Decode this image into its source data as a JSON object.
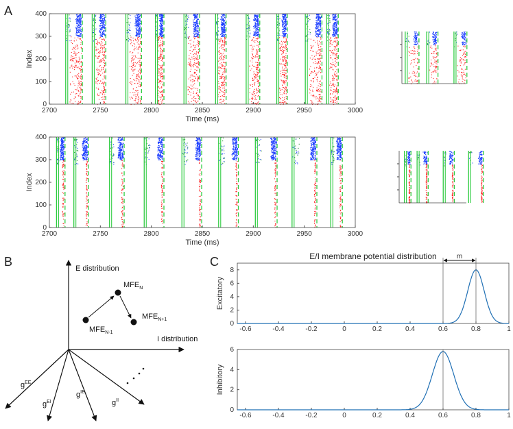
{
  "panels": {
    "a": "A",
    "b": "B",
    "c": "C"
  },
  "chart_data": [
    {
      "type": "scatter",
      "name_hint": "raster-top",
      "xlabel": "Time (ms)",
      "ylabel": "Index",
      "xlim": [
        2700,
        3000
      ],
      "ylim": [
        0,
        400
      ],
      "xticks": [
        "2700",
        "2750",
        "2800",
        "2850",
        "2900",
        "2950",
        "3000"
      ],
      "yticks": [
        "0",
        "100",
        "200",
        "300",
        "400"
      ],
      "excitatory_range": [
        0,
        300
      ],
      "inhibitory_range": [
        300,
        400
      ],
      "excitatory_color": "#ff2020",
      "inhibitory_color": "#1a3cff",
      "marker_color": "#2ecc40",
      "events": [
        {
          "start": 2716,
          "end": 2731
        },
        {
          "start": 2742,
          "end": 2754
        },
        {
          "start": 2775,
          "end": 2789
        },
        {
          "start": 2804,
          "end": 2811
        },
        {
          "start": 2832,
          "end": 2846
        },
        {
          "start": 2863,
          "end": 2872
        },
        {
          "start": 2893,
          "end": 2905
        },
        {
          "start": 2923,
          "end": 2932
        },
        {
          "start": 2951,
          "end": 2966
        },
        {
          "start": 2972,
          "end": 2982
        }
      ]
    },
    {
      "type": "scatter",
      "name_hint": "raster-bottom",
      "xlabel": "Time (ms)",
      "ylabel": "Index",
      "xlim": [
        2700,
        3000
      ],
      "ylim": [
        0,
        400
      ],
      "xticks": [
        "2700",
        "2750",
        "2800",
        "2850",
        "2900",
        "2950",
        "3000"
      ],
      "yticks": [
        "0",
        "100",
        "200",
        "300",
        "400"
      ],
      "excitatory_range": [
        0,
        300
      ],
      "inhibitory_range": [
        300,
        400
      ],
      "events": [
        {
          "start": 2707,
          "end": 2714
        },
        {
          "start": 2724,
          "end": 2737
        },
        {
          "start": 2759,
          "end": 2772
        },
        {
          "start": 2793,
          "end": 2811
        },
        {
          "start": 2830,
          "end": 2848
        },
        {
          "start": 2866,
          "end": 2884
        },
        {
          "start": 2902,
          "end": 2922
        },
        {
          "start": 2938,
          "end": 2961
        },
        {
          "start": 2976,
          "end": 2986
        }
      ]
    },
    {
      "type": "line",
      "name_hint": "excitatory-distribution",
      "title": "E/I membrane potential distribution",
      "ylabel": "Excitatory",
      "xlim": [
        -0.65,
        1
      ],
      "ylim": [
        0,
        9
      ],
      "xticks": [
        "-0.6",
        "-0.4",
        "-0.2",
        "0",
        "0.2",
        "0.4",
        "0.6",
        "0.8",
        "1"
      ],
      "yticks": [
        "0",
        "2",
        "4",
        "6",
        "8"
      ],
      "mean": 0.8,
      "peak": 8,
      "sigma": 0.05,
      "annotation": "m",
      "annotation_from": 0.6,
      "annotation_to": 0.8,
      "color": "#1f6fb4"
    },
    {
      "type": "line",
      "name_hint": "inhibitory-distribution",
      "ylabel": "Inhibitory",
      "xlim": [
        -0.65,
        1
      ],
      "ylim": [
        0,
        6
      ],
      "xticks": [
        "-0.6",
        "-0.4",
        "-0.2",
        "0",
        "0.2",
        "0.4",
        "0.6",
        "0.8",
        "1"
      ],
      "yticks": [
        "0",
        "2",
        "4",
        "6"
      ],
      "mean": 0.6,
      "peak": 5.8,
      "sigma": 0.065,
      "color": "#1f6fb4"
    }
  ],
  "diagram": {
    "e_axis": "E distribution",
    "i_axis": "I distribution",
    "mfe_n": {
      "base": "MFE",
      "sub": "N"
    },
    "mfe_prev": {
      "base": "MFE",
      "sub": "N-1"
    },
    "mfe_next": {
      "base": "MFE",
      "sub": "N+1"
    },
    "g_ee": {
      "base": "g",
      "sup": "EE"
    },
    "g_ei": {
      "base": "g",
      "sup": "EI"
    },
    "g_ie": {
      "base": "g",
      "sup": "IE"
    },
    "g_ii": {
      "base": "g",
      "sup": "II"
    }
  }
}
